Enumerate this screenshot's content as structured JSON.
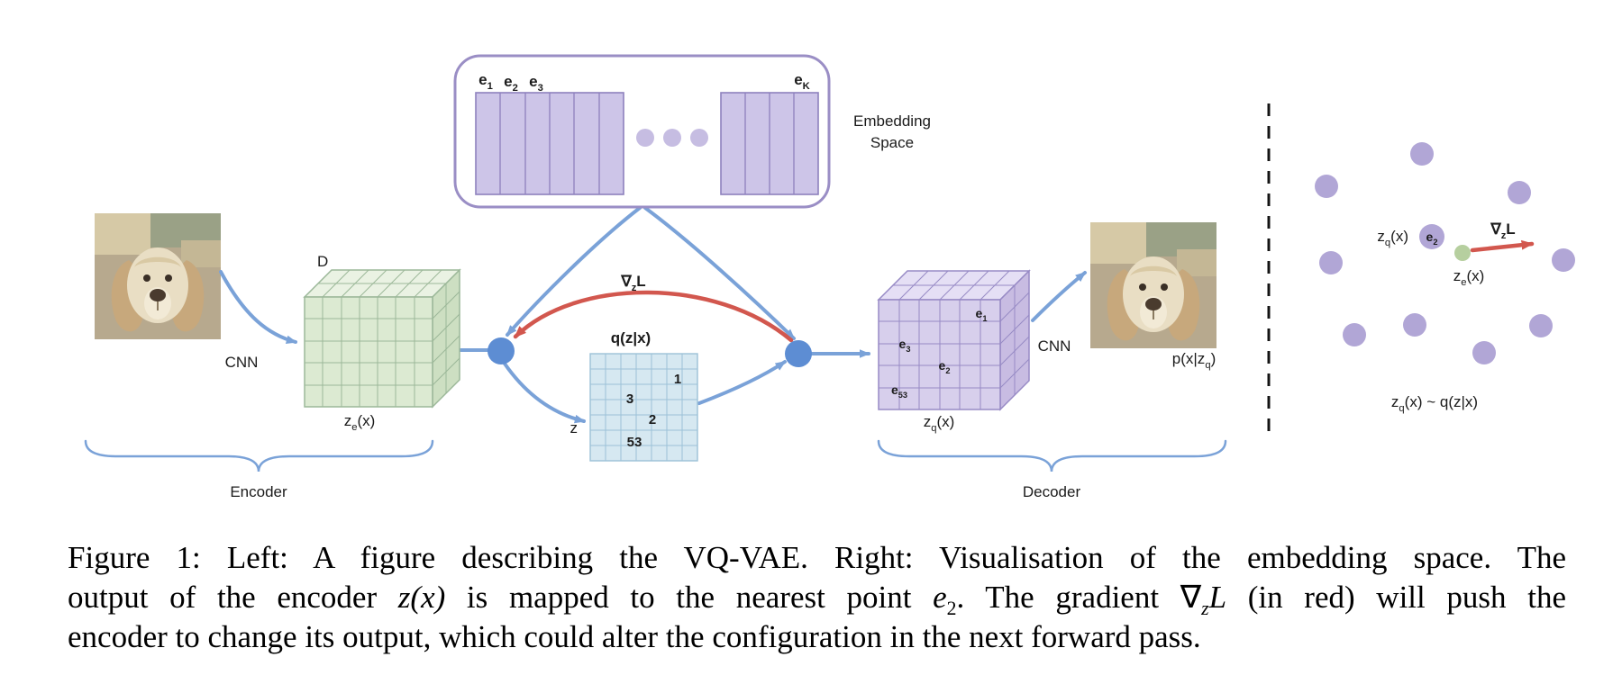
{
  "colors": {
    "arrow_blue": "#7aa2d8",
    "node_blue": "#5d8dd3",
    "arrow_red": "#d2574e",
    "box_stroke": "#9a8ec5",
    "bars_fill": "#cdc5e8",
    "bars_stroke": "#8d81bd",
    "dots_small": "#c6bde2",
    "green_front": "#dcead2",
    "green_top": "#eaf2e3",
    "green_side": "#cddfc2",
    "green_stroke": "#9cb899",
    "purple_front": "#d7cfec",
    "purple_top": "#e5dff5",
    "purple_side": "#c8bce2",
    "purple_stroke": "#978ac5",
    "grid_fill": "#d6e8f1",
    "grid_stroke": "#9cc1d7",
    "viz_dot": "#b1a6d6",
    "viz_green": "#b6cf9f",
    "text": "#1b1b1b"
  },
  "labels": {
    "cnn_left": "CNN",
    "cnn_right": "CNN",
    "dim": "D",
    "ze": {
      "b": "z",
      "s": "e",
      "r": "(x)"
    },
    "zq": {
      "b": "z",
      "s": "q",
      "r": "(x)"
    },
    "pxzq": {
      "b": "p(x|z",
      "s": "q",
      "r": ")"
    },
    "qzx": "q(z|x)",
    "z": "z",
    "grad": {
      "b": "∇",
      "s": "z",
      "r": "L"
    },
    "embedding1": "Embedding",
    "embedding2": "Space",
    "e1": {
      "b": "e",
      "s": "1"
    },
    "e2": {
      "b": "e",
      "s": "2"
    },
    "e3": {
      "b": "e",
      "s": "3"
    },
    "eK": {
      "b": "e",
      "s": "K"
    },
    "e53": {
      "b": "e",
      "s": "53"
    },
    "cells": {
      "c1": "1",
      "c3": "3",
      "c2": "2",
      "c53": "53"
    },
    "encoder": "Encoder",
    "decoder": "Decoder"
  },
  "viz": {
    "zq": {
      "b": "z",
      "s": "q",
      "r": "(x)"
    },
    "e2": {
      "b": "e",
      "s": "2"
    },
    "grad": {
      "b": "∇",
      "s": "z",
      "r": "L"
    },
    "ze": {
      "b": "z",
      "s": "e",
      "r": "(x)"
    },
    "dist": {
      "b": "z",
      "s": "q",
      "r": "(x) ~ q(z|x)"
    }
  },
  "caption": {
    "l1": "Figure 1: Left: A figure describing the VQ-VAE. Right: Visualisation of the embedding space. The",
    "l2_a": "output of the encoder ",
    "l2_zx": "z(x)",
    "l2_b": " is mapped to the nearest point ",
    "l2_e": "e",
    "l2_e_sub": "2",
    "l2_c": ". The gradient ",
    "l2_nabla": "∇",
    "l2_nabla_sub": "z",
    "l2_L": "L",
    "l2_d": " (in red) will push the",
    "l3": "encoder to change its output, which could alter the configuration in the next forward pass."
  }
}
